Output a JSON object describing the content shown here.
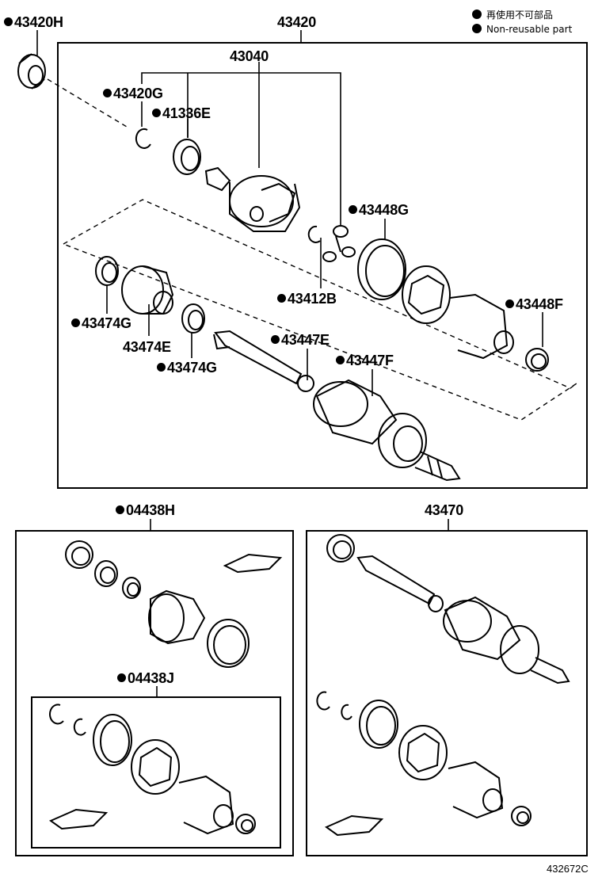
{
  "legend": {
    "line1": "再使用不可部品",
    "line2": "Non-reusable part"
  },
  "labels": {
    "p43420H": "43420H",
    "p43420": "43420",
    "p43040": "43040",
    "p43420G": "43420G",
    "p41336E": "41336E",
    "p43448G": "43448G",
    "p43412B": "43412B",
    "p43448F": "43448F",
    "p43474G_a": "43474G",
    "p43474E": "43474E",
    "p43474G_b": "43474G",
    "p43447E": "43447E",
    "p43447F": "43447F",
    "p04438H": "04438H",
    "p43470": "43470",
    "p04438J": "04438J"
  },
  "illustration_code": "432672C"
}
